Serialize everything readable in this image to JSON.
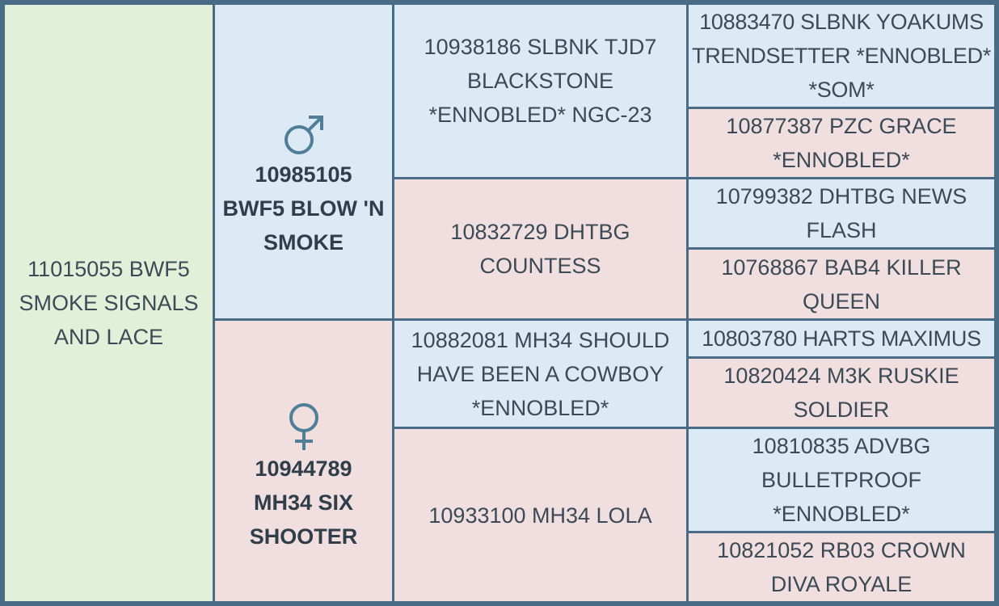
{
  "subject": {
    "name": "11015055 BWF5 SMOKE SIGNALS AND LACE"
  },
  "sire": {
    "symbol": "male-symbol",
    "name": "10985105 BWF5 BLOW 'N SMOKE",
    "sire": {
      "name": "10938186 SLBNK TJD7 BLACKSTONE *ENNOBLED* NGC-23",
      "sire": {
        "name": "10883470 SLBNK YOAKUMS TRENDSETTER *ENNOBLED* *SOM*"
      },
      "dam": {
        "name": "10877387 PZC GRACE *ENNOBLED*"
      }
    },
    "dam": {
      "name": "10832729 DHTBG COUNTESS",
      "sire": {
        "name": "10799382 DHTBG NEWS FLASH"
      },
      "dam": {
        "name": "10768867 BAB4 KILLER QUEEN"
      }
    }
  },
  "dam": {
    "symbol": "female-symbol",
    "name": "10944789 MH34 SIX SHOOTER",
    "sire": {
      "name": "10882081 MH34 SHOULD HAVE BEEN A COWBOY *ENNOBLED*",
      "sire": {
        "name": "10803780 HARTS MAXIMUS"
      },
      "dam": {
        "name": "10820424 M3K RUSKIE SOLDIER"
      }
    },
    "dam": {
      "name": "10933100 MH34 LOLA",
      "sire": {
        "name": "10810835 ADVBG BULLETPROOF *ENNOBLED*"
      },
      "dam": {
        "name": "10821052 RB03 CROWN DIVA ROYALE"
      }
    }
  },
  "colors": {
    "border": "#4a6b85",
    "subject_bg": "#e2f0da",
    "male_bg": "#dceaf5",
    "female_bg": "#f0dfde",
    "symbol": "#4f7e96"
  }
}
